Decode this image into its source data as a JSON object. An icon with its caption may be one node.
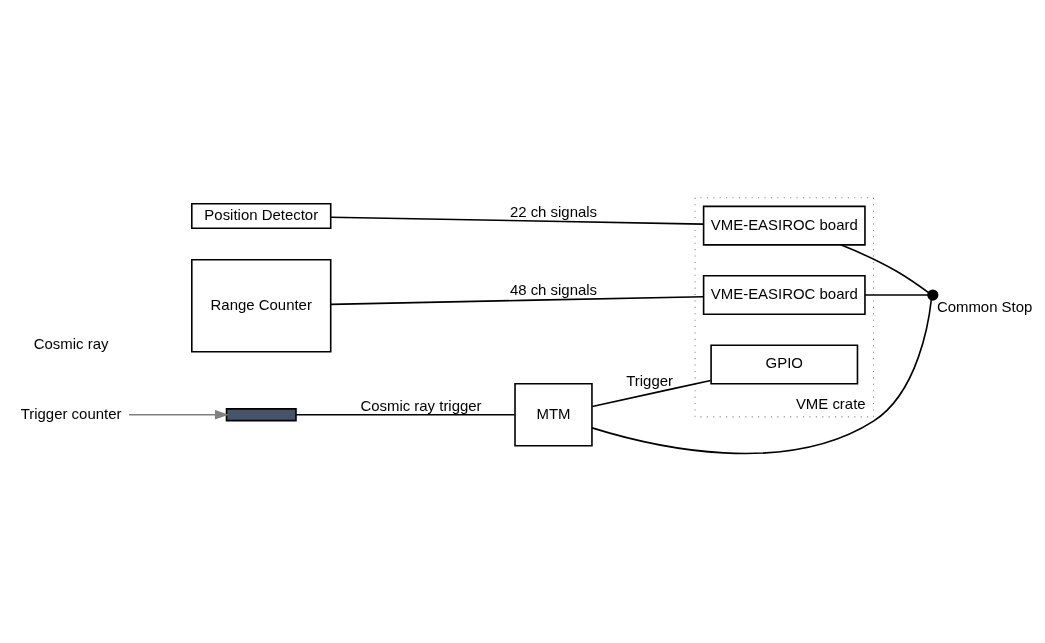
{
  "diagram": {
    "nodes": [
      {
        "text": [
          "MTM"
        ]
      },
      {
        "text": [
          "Trigger counter"
        ]
      },
      {
        "text": [],
        "shape": "bar"
      },
      {
        "text": [
          "Position Detector"
        ]
      },
      {
        "text": [
          "Range Counter"
        ]
      },
      {
        "text": [
          "VME crate"
        ]
      },
      {
        "text": [
          "GPIO"
        ],
        "in": 5
      },
      {
        "text": [
          "VME-EASIROC board"
        ],
        "in": 5
      },
      {
        "text": [
          "VME-EASIROC board"
        ],
        "in": 5
      },
      {
        "text": [],
        "shape": "circle",
        "beside": [
          "Common Stop"
        ]
      }
    ],
    "edges": [
      {
        "from": 1,
        "to": 2,
        "arrow": "to",
        "color": "#808080"
      },
      {
        "from": 2,
        "to": 0,
        "arrow": "none",
        "label": "Cosmic ray trigger"
      },
      {
        "from": 0,
        "to": 6,
        "arrow": "none",
        "label": "Trigger"
      },
      {
        "from": 0,
        "to": 9,
        "arrow": "none"
      },
      {
        "from": 3,
        "to": 7,
        "arrow": "none",
        "label": "22 ch signals"
      },
      {
        "from": 4,
        "to": 8,
        "arrow": "none",
        "label": "48 ch signals"
      },
      {
        "from": 7,
        "to": 9,
        "arrow": "none"
      },
      {
        "from": 8,
        "to": 9,
        "arrow": "none"
      }
    ],
    "labels": [
      "Cosmic ray"
    ]
  }
}
